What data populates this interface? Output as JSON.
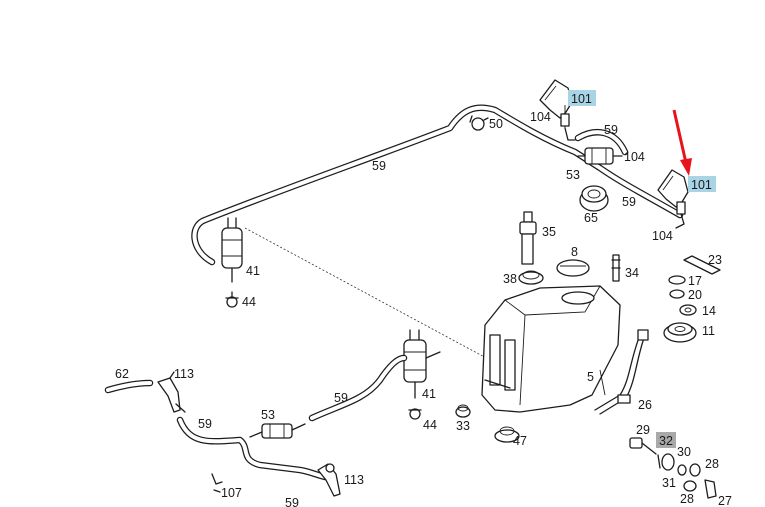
{
  "labels": {
    "l101a": "101",
    "l101b": "101",
    "l104a": "104",
    "l104b": "104",
    "l104c": "104",
    "l50": "50",
    "l59a": "59",
    "l59b": "59",
    "l59c": "59",
    "l59d": "59",
    "l59e": "59",
    "l59f": "59",
    "l53a": "53",
    "l53b": "53",
    "l65": "65",
    "l35": "35",
    "l8": "8",
    "l34": "34",
    "l38": "38",
    "l23": "23",
    "l17": "17",
    "l20": "20",
    "l14": "14",
    "l11": "11",
    "l41a": "41",
    "l41b": "41",
    "l44a": "44",
    "l44b": "44",
    "l5": "5",
    "l62": "62",
    "l113a": "113",
    "l113b": "113",
    "l33": "33",
    "l47": "47",
    "l26": "26",
    "l29": "29",
    "l32": "32",
    "l30": "30",
    "l28a": "28",
    "l28b": "28",
    "l31": "31",
    "l27": "27",
    "l107": "107"
  },
  "highlight_colors": {
    "blue": "#a8d4e6",
    "gray": "#a9a9a9",
    "arrow": "#e8141c"
  }
}
